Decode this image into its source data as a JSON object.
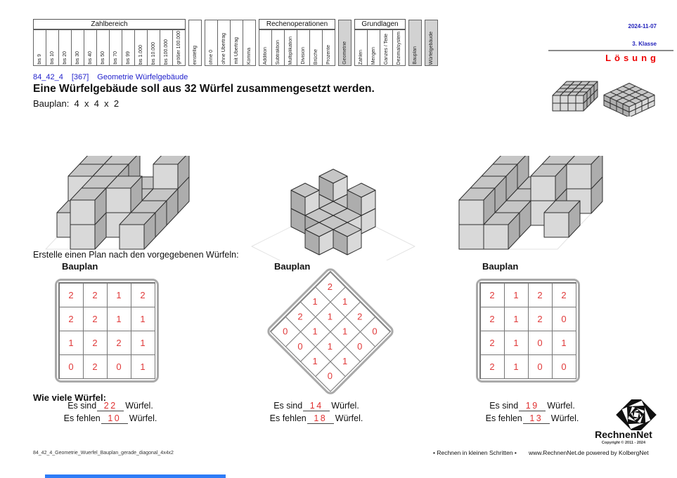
{
  "meta": {
    "date": "2024-11-07",
    "grade": "3. Klasse",
    "solution": "Lösung"
  },
  "header_table": {
    "groups": [
      {
        "title": "Zahlbereich",
        "highlight": false,
        "columns": [
          "bis 9",
          "bis 10",
          "bis 20",
          "bis 30",
          "bis 40",
          "bis 50",
          "bis 70",
          "bis 99",
          "bis 1.000",
          "bis 10.000",
          "bis 100.000",
          "größer 100.000"
        ]
      },
      {
        "title": "",
        "highlight": false,
        "columns": [
          "einstellig"
        ]
      },
      {
        "title": "",
        "highlight": false,
        "columns": [
          "ohne 0",
          "ohne Übertrag",
          "mit Übertrag",
          "Komma"
        ]
      },
      {
        "title": "Rechenoperationen",
        "highlight": false,
        "columns": [
          "Addition",
          "Subtraktion",
          "Multiplikation",
          "Division",
          "Brüche",
          "Prozente"
        ]
      },
      {
        "title": "",
        "highlight": true,
        "columns": [
          "Geometrie"
        ]
      },
      {
        "title": "Grundlagen",
        "highlight": false,
        "columns": [
          "Zahlen",
          "Mengen",
          "Ganzes / Teile",
          "Dezimalsystem"
        ]
      },
      {
        "title": "",
        "highlight": true,
        "columns": [
          "Bauplan"
        ]
      },
      {
        "title": "",
        "highlight": true,
        "columns": [
          "Würfelgebäude"
        ]
      }
    ]
  },
  "title": {
    "code": "84_42_4",
    "ref": "[367]",
    "topic": "Geometrie Würfelgebäude",
    "heading": "Eine Würfelgebäude soll aus 32 Würfel zusammengesetzt werden.",
    "bauplan_line": "Bauplan:  4  x  4  x  2"
  },
  "instruction": "Erstelle einen Plan nach den vorgegebenen Würfeln:",
  "plans": [
    {
      "label": "Bauplan",
      "shape": "straight",
      "grid": [
        [
          2,
          2,
          1,
          2
        ],
        [
          2,
          2,
          1,
          1
        ],
        [
          1,
          2,
          2,
          1
        ],
        [
          0,
          2,
          0,
          1
        ]
      ],
      "count": "22",
      "missing": "10"
    },
    {
      "label": "Bauplan",
      "shape": "diamond",
      "grid": [
        [
          2,
          1,
          2,
          0
        ],
        [
          1,
          1,
          1,
          0
        ],
        [
          2,
          1,
          1,
          1
        ],
        [
          0,
          0,
          1,
          0
        ]
      ],
      "count": "14",
      "missing": "18"
    },
    {
      "label": "Bauplan",
      "shape": "straight",
      "grid": [
        [
          2,
          1,
          2,
          2
        ],
        [
          2,
          1,
          2,
          0
        ],
        [
          2,
          1,
          0,
          1
        ],
        [
          2,
          1,
          0,
          0
        ]
      ],
      "count": "19",
      "missing": "13"
    }
  ],
  "questions": {
    "heading": "Wie viele Würfel:",
    "sind_label": "Es sind",
    "fehlen_label": "Es fehlen",
    "unit": "Würfel."
  },
  "footer": {
    "filename": "84_42_4_Geometrie_Wuerfel_Bauplan_gerade_diagonal_4x4x2",
    "slogan": "• Rechnen in kleinen Schritten •",
    "site": "www.RechnenNet.de powered by KolbergNet",
    "logo_text": "RechnenNet",
    "copyright": "Copyright © 2011 - 2024"
  },
  "colors": {
    "accent_red": "#e03a3a",
    "accent_blue": "#2222cc",
    "highlight_bg": "#d2d2d2",
    "cube_front": "#d9d9d9",
    "cube_top": "#c6c6c6",
    "cube_side": "#adadad",
    "blue_bar": "#2e7cf7"
  }
}
